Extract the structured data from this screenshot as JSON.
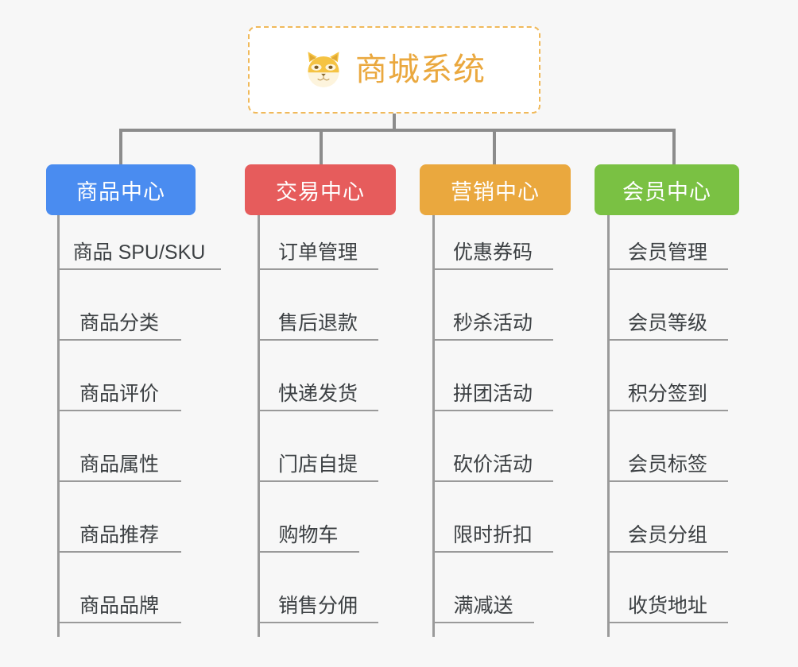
{
  "canvas": {
    "background": "#f7f7f7",
    "line_color": "#8c8c8c",
    "leaf_line_color": "#9a9a9a",
    "leaf_text_color": "#3c4043"
  },
  "root": {
    "title": "商城系统",
    "icon": "shiba-dog-face-icon",
    "text_color": "#eaa83e",
    "border_color": "#f0b95a",
    "background": "#ffffff"
  },
  "branches": [
    {
      "id": "product-center",
      "label": "商品中心",
      "color": "#4a8cf0",
      "leaves": [
        {
          "label": "商品 SPU/SKU"
        },
        {
          "label": "商品分类"
        },
        {
          "label": "商品评价"
        },
        {
          "label": "商品属性"
        },
        {
          "label": "商品推荐"
        },
        {
          "label": "商品品牌"
        }
      ]
    },
    {
      "id": "trade-center",
      "label": "交易中心",
      "color": "#e65c5c",
      "leaves": [
        {
          "label": "订单管理"
        },
        {
          "label": "售后退款"
        },
        {
          "label": "快递发货"
        },
        {
          "label": "门店自提"
        },
        {
          "label": "购物车"
        },
        {
          "label": "销售分佣"
        }
      ]
    },
    {
      "id": "marketing-center",
      "label": "营销中心",
      "color": "#eaa83e",
      "leaves": [
        {
          "label": "优惠券码"
        },
        {
          "label": "秒杀活动"
        },
        {
          "label": "拼团活动"
        },
        {
          "label": "砍价活动"
        },
        {
          "label": "限时折扣"
        },
        {
          "label": "满减送"
        }
      ]
    },
    {
      "id": "member-center",
      "label": "会员中心",
      "color": "#7ac143",
      "leaves": [
        {
          "label": "会员管理"
        },
        {
          "label": "会员等级"
        },
        {
          "label": "积分签到"
        },
        {
          "label": "会员标签"
        },
        {
          "label": "会员分组"
        },
        {
          "label": "收货地址"
        }
      ]
    }
  ]
}
